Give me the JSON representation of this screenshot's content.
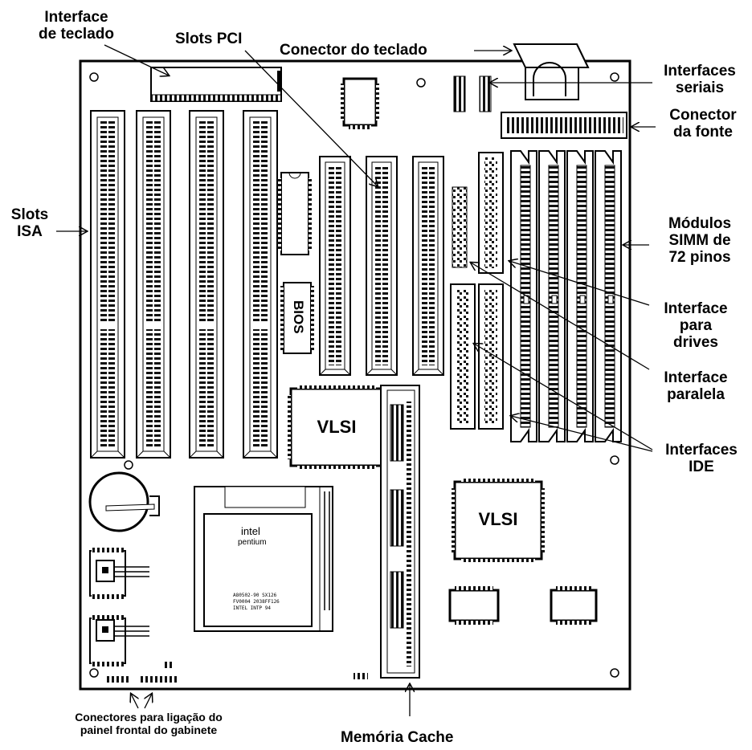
{
  "labels": {
    "interface_teclado": [
      "Interface",
      "de teclado"
    ],
    "slots_pci": "Slots PCI",
    "conector_teclado": "Conector do teclado",
    "interfaces_seriais": [
      "Interfaces",
      "seriais"
    ],
    "conector_fonte": [
      "Conector",
      "da fonte"
    ],
    "slots_isa": [
      "Slots",
      "ISA"
    ],
    "modulos_simm": [
      "Módulos",
      "SIMM de",
      "72 pinos"
    ],
    "interface_drives": [
      "Interface",
      "para",
      "drives"
    ],
    "interface_paralela": [
      "Interface",
      "paralela"
    ],
    "interfaces_ide": [
      "Interfaces",
      "IDE"
    ],
    "conectores_painel": [
      "Conectores para ligação do",
      "painel frontal do gabinete"
    ],
    "memoria_cache": "Memória Cache"
  },
  "chips": {
    "bios": "BIOS",
    "vlsi_1": "VLSI",
    "vlsi_2": "VLSI",
    "cpu_brand": "intel",
    "cpu_model": "pentium",
    "cpu_markings": [
      "A80502-90  SX126",
      "FV0004  2038FF126",
      "INTEL  INTP 94"
    ]
  }
}
